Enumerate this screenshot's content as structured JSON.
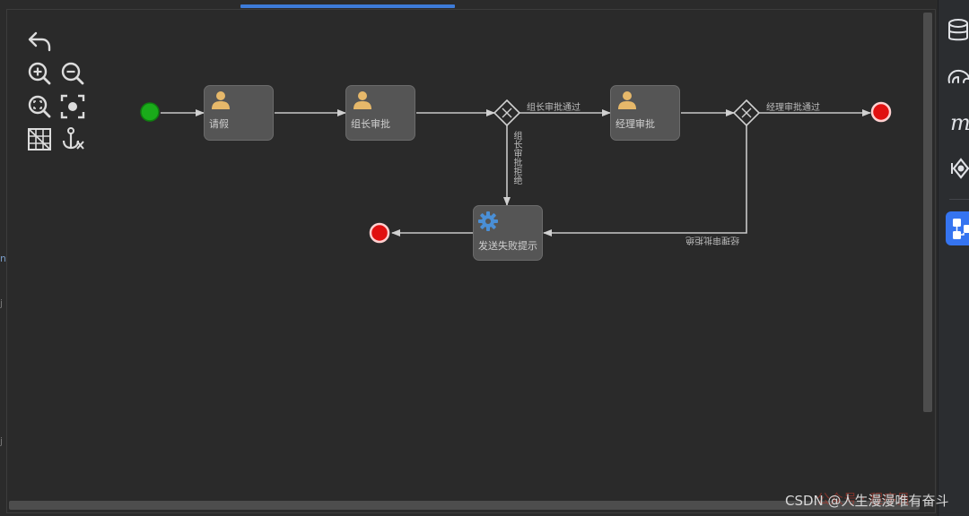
{
  "diagram": {
    "nodes": {
      "leave_request": "请假",
      "team_lead_approval": "组长审批",
      "manager_approval": "经理审批",
      "send_failure_notice": "发送失败提示"
    },
    "edges": {
      "team_lead_approved": "组长审批通过",
      "team_lead_rejected": "组长审批拒绝",
      "manager_approved": "经理审批通过",
      "manager_rejected": "经理审批拒绝"
    }
  },
  "watermark": {
    "text": "CSDN @人生漫漫唯有奋斗",
    "overlay": "公众号 · 程序员"
  },
  "colors": {
    "start_event": "#1aab1a",
    "end_event": "#e01010",
    "user_task_icon": "#e6b86a",
    "service_task_icon": "#4a8fd6",
    "active_tab": "#3d7bd9",
    "sidebar_active": "#3574f0"
  },
  "icons": {
    "toolbar": [
      "undo-icon",
      "zoom-in-icon",
      "zoom-out-icon",
      "zoom-fit-icon",
      "focus-icon",
      "grid-icon",
      "anchor-icon"
    ],
    "sidebar": [
      "database-icon",
      "elephant-icon",
      "m-letter-icon",
      "target-icon",
      "diagram-icon"
    ]
  }
}
